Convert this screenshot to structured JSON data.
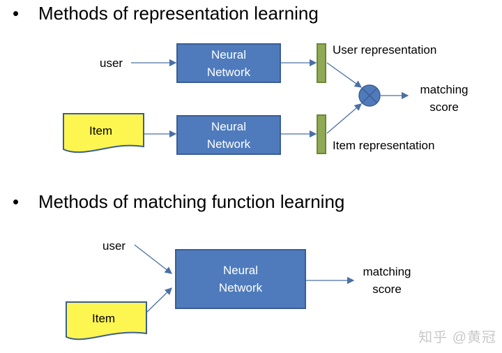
{
  "section1": {
    "bullet": "•",
    "title": "Methods of representation learning",
    "user_label": "user",
    "item_label": "Item",
    "nn_top": {
      "line1": "Neural",
      "line2": "Network"
    },
    "nn_bottom": {
      "line1": "Neural",
      "line2": "Network"
    },
    "user_rep_label": "User representation",
    "item_rep_label": "Item representation",
    "output_line1": "matching",
    "output_line2": "score"
  },
  "section2": {
    "bullet": "•",
    "title": "Methods of matching function learning",
    "user_label": "user",
    "item_label": "Item",
    "nn": {
      "line1": "Neural",
      "line2": "Network"
    },
    "output_line1": "matching",
    "output_line2": "score"
  },
  "watermark": "知乎 @黄冠",
  "colors": {
    "nn_fill": "#4f7bbd",
    "rep_fill": "#8fa955",
    "item_fill": "#fdf550",
    "arrow": "#4a6fa5"
  }
}
